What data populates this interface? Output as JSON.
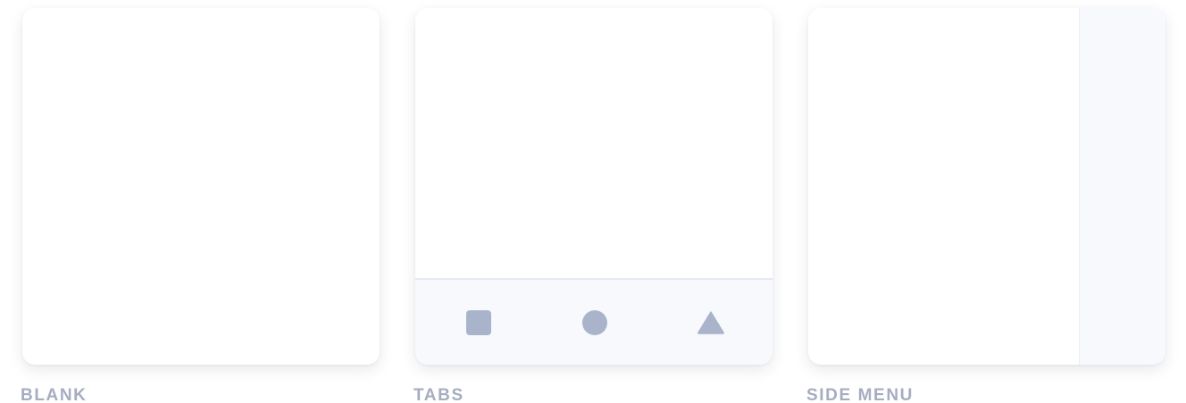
{
  "templates": [
    {
      "id": "blank",
      "label": "BLANK"
    },
    {
      "id": "tabs",
      "label": "TABS",
      "tab_icons": [
        "square-icon",
        "circle-icon",
        "triangle-icon"
      ]
    },
    {
      "id": "sidemenu",
      "label": "SIDE MENU"
    }
  ],
  "colors": {
    "label": "#a6adbf",
    "icon": "#a9b4cb",
    "panel_bg": "#f8f9fc",
    "card_bg": "#ffffff"
  }
}
